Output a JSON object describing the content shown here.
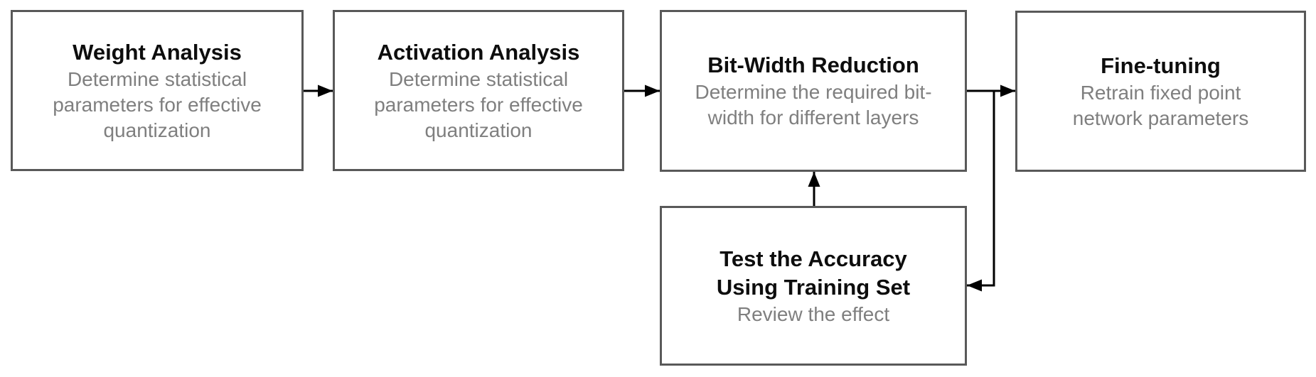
{
  "diagram": {
    "colors": {
      "background": "#ffffff",
      "box-fill": "#ffffff",
      "box-border": "#595959",
      "title-color": "#0d0d0d",
      "subtitle-color": "#7f7f7f",
      "arrow-color": "#000000"
    },
    "steps": [
      {
        "title": "Weight Analysis",
        "subtitle": "Determine statistical parameters for effective quantization"
      },
      {
        "title": "Activation Analysis",
        "subtitle": "Determine statistical parameters for effective quantization"
      },
      {
        "title": "Bit-Width Reduction",
        "subtitle": "Determine the required bit-width for different layers"
      },
      {
        "title": "Fine-tuning",
        "subtitle": "Retrain fixed point network parameters"
      },
      {
        "title": "Test the Accuracy Using Training Set",
        "subtitle": "Review the effect"
      }
    ]
  }
}
